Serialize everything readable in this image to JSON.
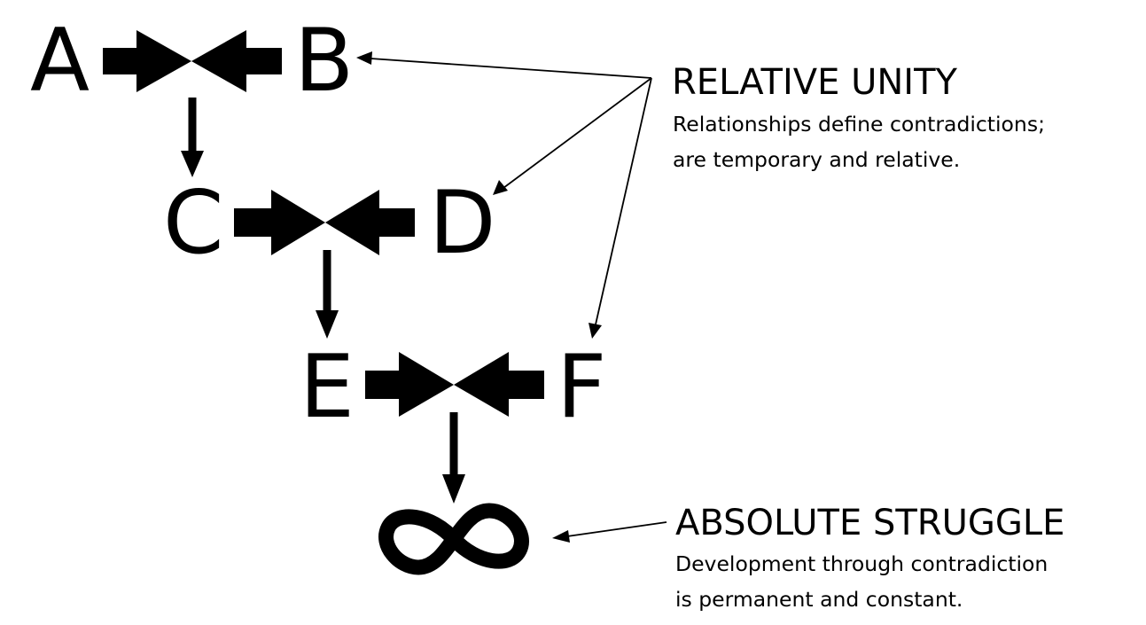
{
  "nodes": {
    "a": "A",
    "b": "B",
    "c": "C",
    "d": "D",
    "e": "E",
    "f": "F"
  },
  "relative_unity": {
    "heading": "RELATIVE UNITY",
    "line1": "Relationships define contradictions;",
    "line2": "are temporary and relative."
  },
  "absolute_struggle": {
    "heading": "ABSOLUTE STRUGGLE",
    "line1": "Development through contradiction",
    "line2": "is permanent and constant."
  },
  "icons": {
    "opposition": "opposing-arrows-icon",
    "end": "infinity-icon"
  },
  "colors": {
    "ink": "#000000",
    "background": "#ffffff"
  }
}
